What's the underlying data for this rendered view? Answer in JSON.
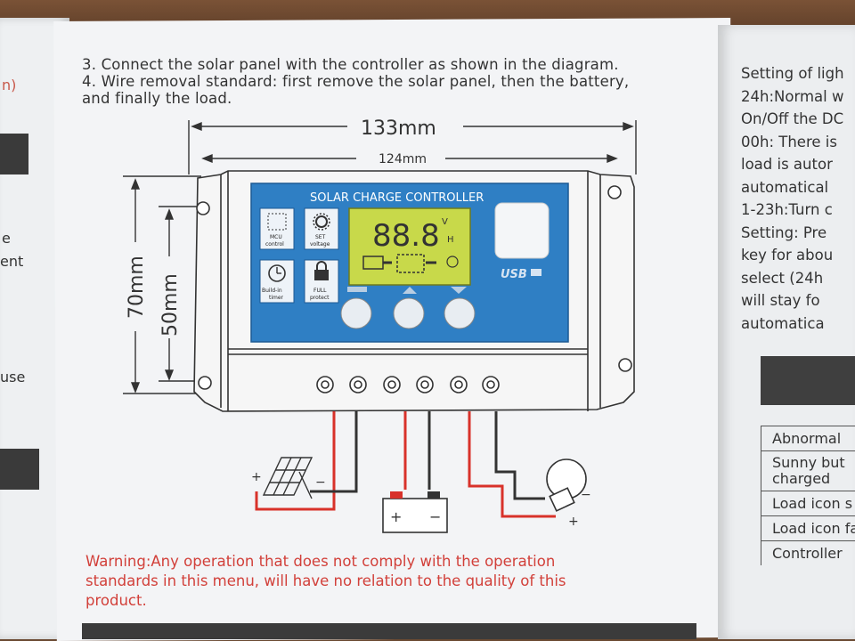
{
  "left_column": {
    "title_fragment": "n)",
    "lines": [
      "e",
      "ent",
      "use"
    ]
  },
  "instructions": {
    "line1": "3. Connect the solar panel with the controller as shown in the diagram.",
    "line2": "4. Wire removal standard: first remove the solar panel, then the battery,",
    "line3": "and finally the load."
  },
  "dimensions": {
    "width_outer": "133mm",
    "width_inner": "124mm",
    "height_outer": "70mm",
    "height_inner": "50mm"
  },
  "controller": {
    "title": "SOLAR CHARGE CONTROLLER",
    "display_value": "88.8",
    "display_unit_top": "V",
    "display_unit_bottom": "H",
    "usb_label": "USB",
    "icons": [
      {
        "name": "mcu-icon",
        "label_line1": "MCU",
        "label_line2": "control"
      },
      {
        "name": "set-voltage-icon",
        "label_line1": "SET",
        "label_line2": "voltage"
      },
      {
        "name": "timer-icon",
        "label_line1": "Build-in",
        "label_line2": "timer"
      },
      {
        "name": "lock-icon",
        "label_line1": "FULL",
        "label_line2": "protect"
      }
    ]
  },
  "battery": {
    "plus": "+",
    "minus": "−"
  },
  "polarity": {
    "solar_plus": "+",
    "solar_minus": "−",
    "load_minus": "−",
    "load_plus": "+"
  },
  "warning": {
    "line1": "Warning:Any operation that does not comply with the operation",
    "line2": "standards in this menu, will have no relation to the quality of this",
    "line3": "product."
  },
  "right_column": {
    "lines": [
      "Setting of ligh",
      "24h:Normal w",
      "On/Off the DC",
      "00h: There is",
      "load is autor",
      "automatical",
      "1-23h:Turn c",
      "Setting: Pre",
      "key for abou",
      "select (24h",
      "will stay fo",
      "automatica"
    ],
    "table_rows": [
      "Abnormal",
      "Sunny but charged",
      "Load icon s",
      "Load icon fa",
      "Controller"
    ]
  },
  "colors": {
    "panel_blue": "#2f7fc4",
    "lcd_green": "#c8d94a",
    "wire_red": "#d8322a",
    "warning_red": "#d2403a"
  }
}
